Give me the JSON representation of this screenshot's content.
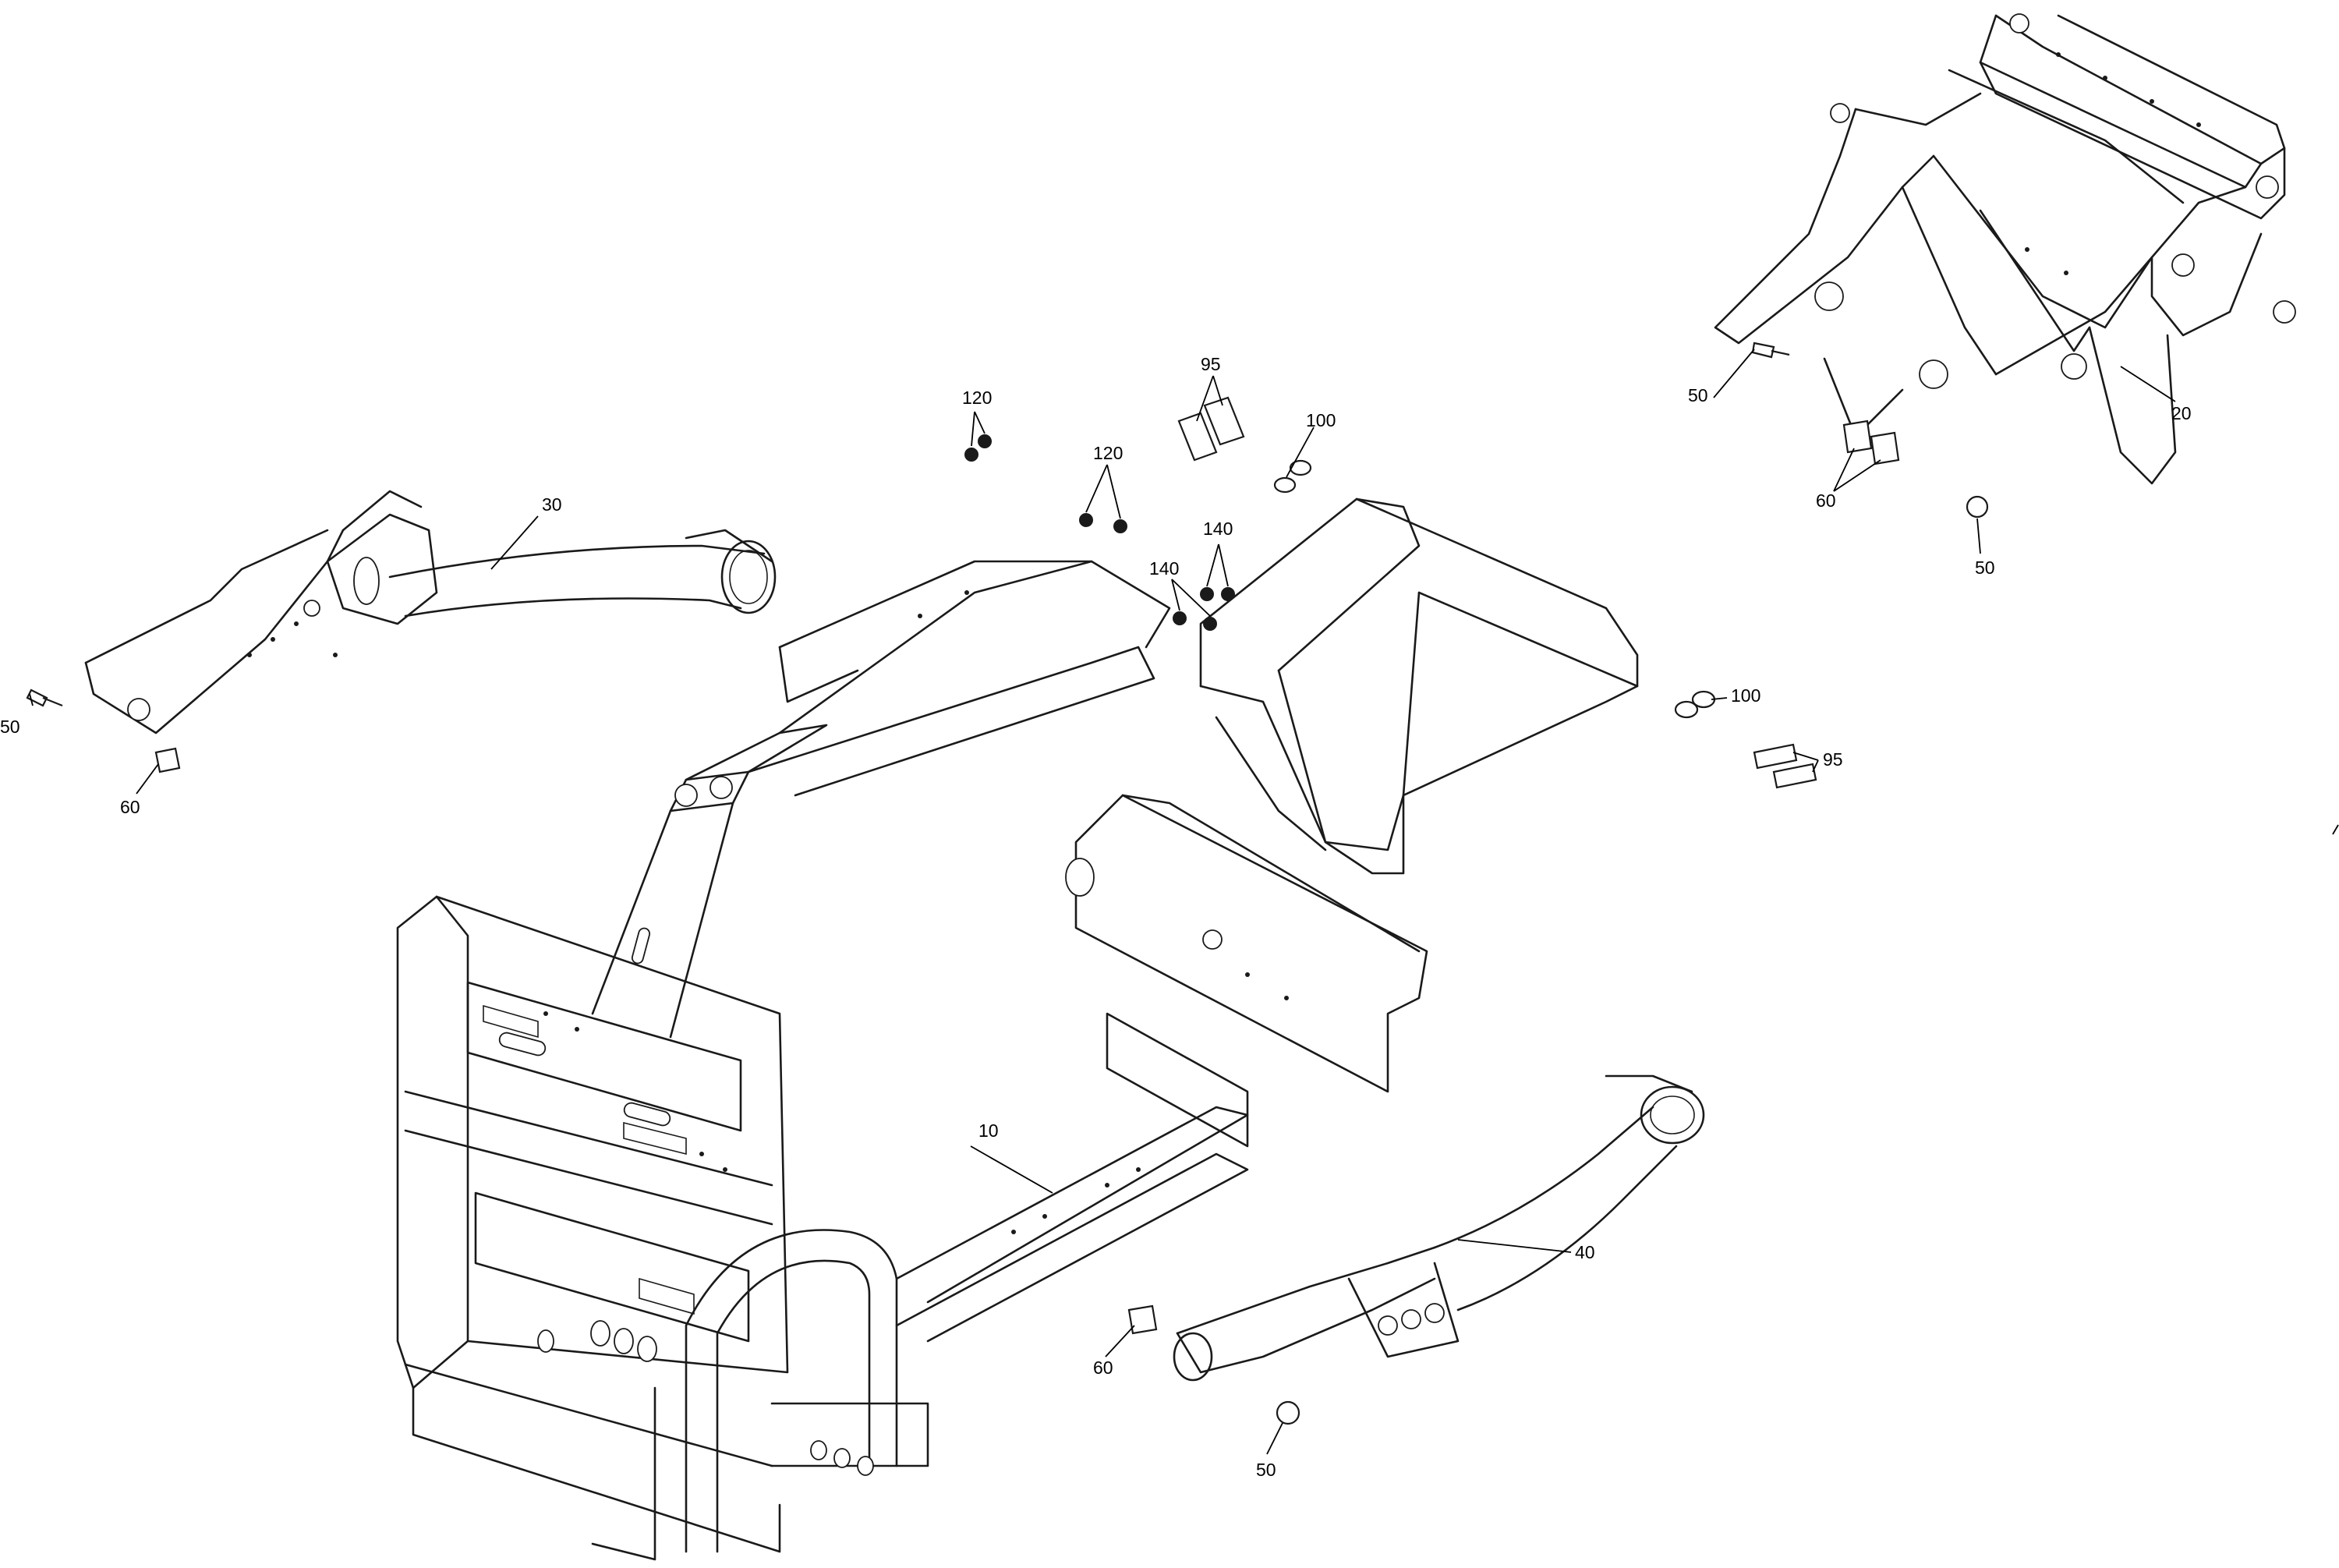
{
  "callouts": {
    "c10": "10",
    "c20": "20",
    "c30": "30",
    "c40": "40",
    "c50_left": "50",
    "c50_top_right": "50",
    "c50_right_lower": "50",
    "c50_bottom": "50",
    "c60_left": "60",
    "c60_right": "60",
    "c60_bottom": "60",
    "c95_top": "95",
    "c95_right": "95",
    "c100_top": "100",
    "c100_right": "100",
    "c120_a": "120",
    "c120_b": "120",
    "c140_a": "140",
    "c140_b": "140"
  }
}
